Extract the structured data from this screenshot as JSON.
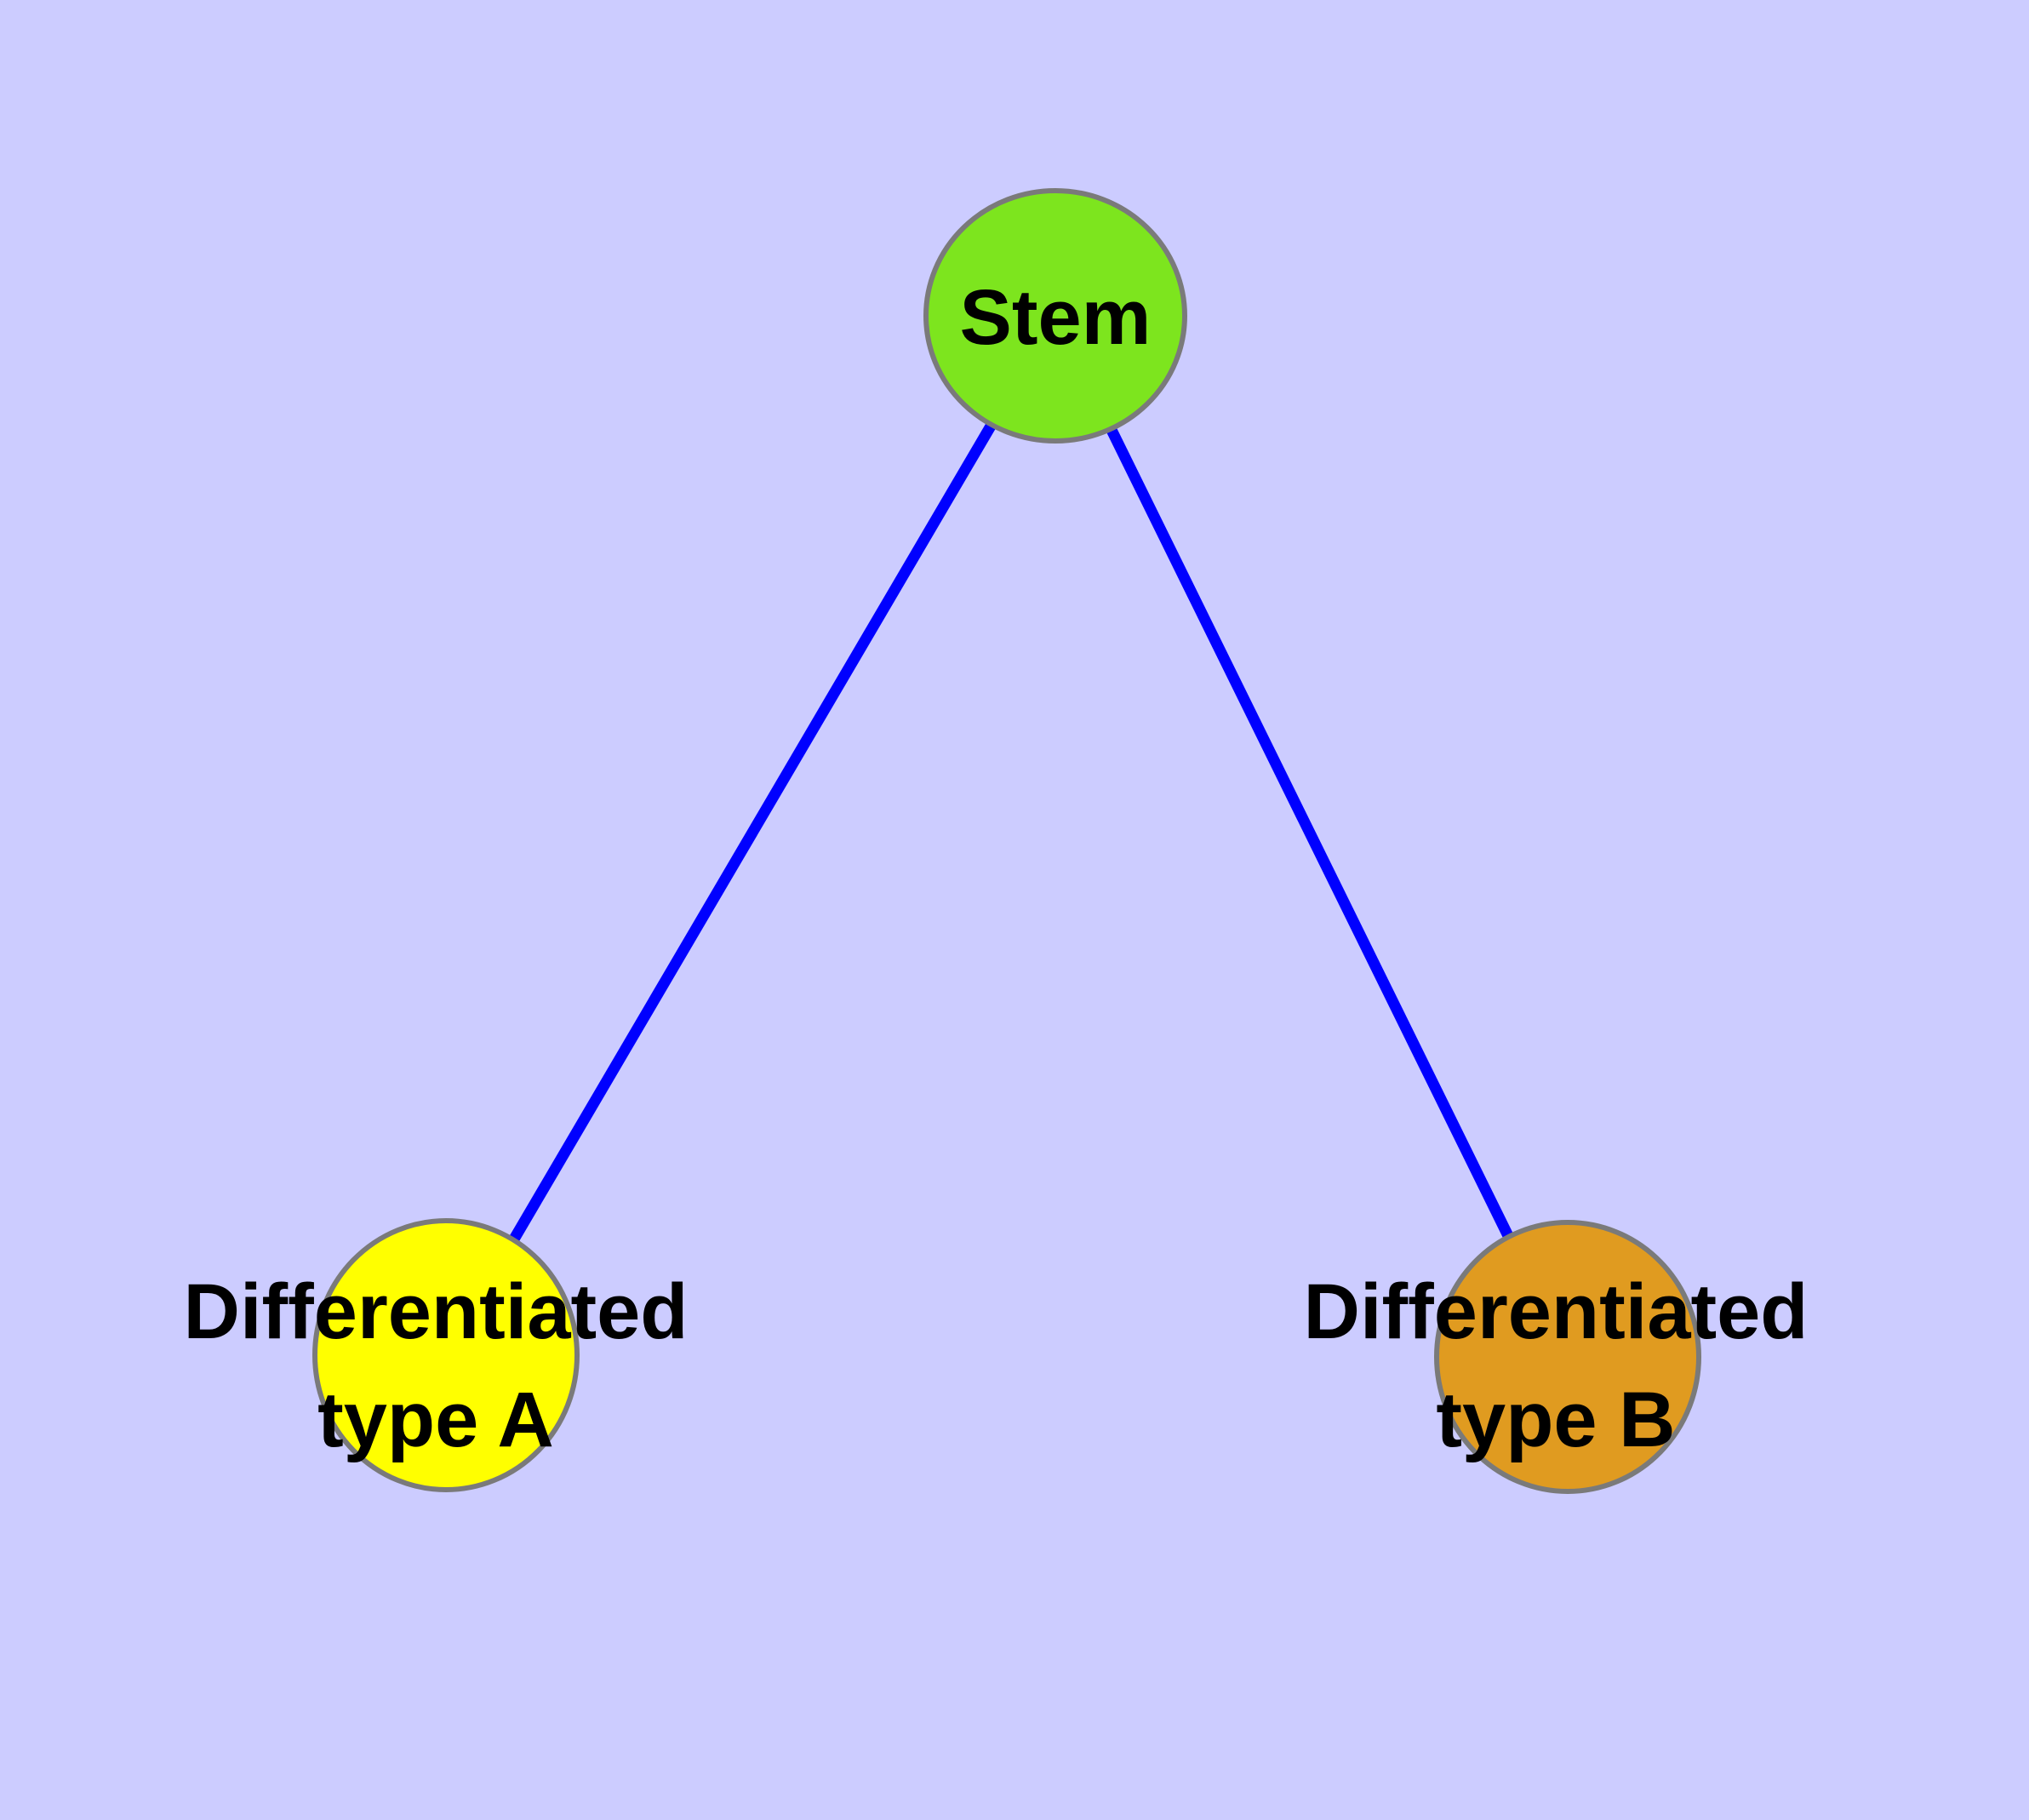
{
  "diagram": {
    "background_color": "#CCCCFF",
    "edge_color": "#0000FF",
    "node_border_color": "#7A7A7A",
    "label_color": "#000000",
    "nodes": [
      {
        "id": "stem",
        "label": "Stem",
        "line1": "Stem",
        "line2": "",
        "color": "#7DE51E"
      },
      {
        "id": "type-a",
        "label": "Differentiated type A",
        "line1": "Differentiated",
        "line2": "type A",
        "color": "#FFFF00"
      },
      {
        "id": "type-b",
        "label": "Differentiated type B",
        "line1": "Differentiated",
        "line2": "type B",
        "color": "#E09B20"
      }
    ],
    "edges": [
      {
        "from": "Stem",
        "to": "Differentiated type A"
      },
      {
        "from": "Stem",
        "to": "Differentiated type B"
      }
    ]
  }
}
